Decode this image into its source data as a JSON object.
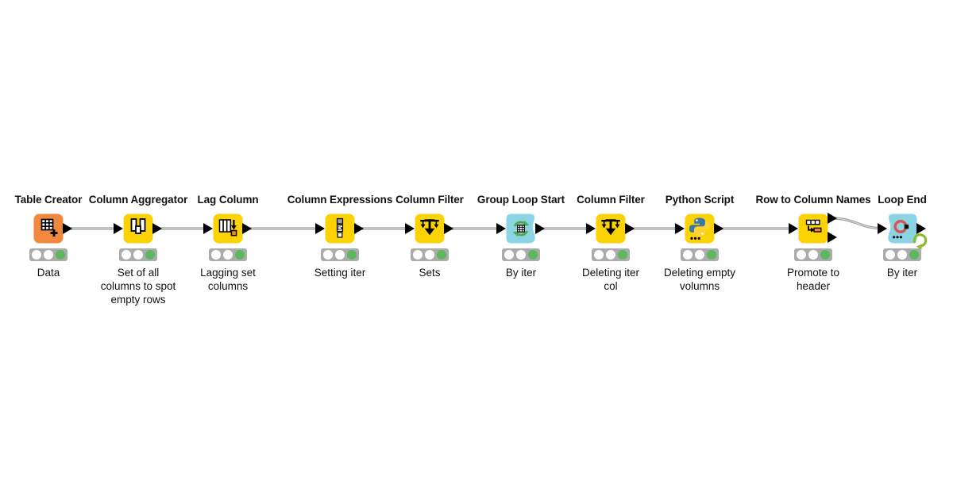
{
  "workflow_title": "KNIME workflow",
  "colors": {
    "background": "#ffffff",
    "wire": "#9A9A9A",
    "wire_core": "#D9D9D9",
    "port": "#000000",
    "status_bar": "#ABABAB",
    "status_off": "#FFFFFF",
    "status_green": "#5CB85C",
    "node_yellow": "#FBD304",
    "node_orange": "#F0883E",
    "node_cyan": "#8AD4E4",
    "python_blue": "#3B77A8",
    "python_yellow": "#FFD43B",
    "loop_ring_red": "#D9534F",
    "loop_arrow_green": "#8CB92E",
    "cycle_green": "#55A855",
    "title_color": "#111111"
  },
  "nodes": [
    {
      "title": "Table Creator",
      "description": "Data",
      "icon": "table-create-icon",
      "color": "#F0883E",
      "shape": "rounded",
      "ports": {
        "in": 0,
        "out": 1
      },
      "status": [
        "off",
        "off",
        "green"
      ]
    },
    {
      "title": "Column Aggregator",
      "description": "Set of all\ncolumns to spot\nempty rows",
      "icon": "column-aggregator-icon",
      "color": "#FBD304",
      "shape": "rounded",
      "ports": {
        "in": 1,
        "out": 1
      },
      "status": [
        "off",
        "off",
        "green"
      ]
    },
    {
      "title": "Lag Column",
      "description": "Lagging set\ncolumns",
      "icon": "lag-column-icon",
      "color": "#FBD304",
      "shape": "rounded",
      "ports": {
        "in": 1,
        "out": 1
      },
      "status": [
        "off",
        "off",
        "green"
      ]
    },
    {
      "title": "Column Expressions",
      "description": "Setting iter",
      "icon": "column-expressions-icon",
      "color": "#FBD304",
      "shape": "rounded",
      "ports": {
        "in": 1,
        "out": 1
      },
      "status": [
        "off",
        "off",
        "green"
      ]
    },
    {
      "title": "Column Filter",
      "description": "Sets",
      "icon": "column-filter-icon",
      "color": "#FBD304",
      "shape": "rounded",
      "ports": {
        "in": 1,
        "out": 1
      },
      "status": [
        "off",
        "off",
        "green"
      ]
    },
    {
      "title": "Group Loop Start",
      "description": "By iter",
      "icon": "group-loop-start-icon",
      "color": "#8AD4E4",
      "shape": "wavy-right",
      "ports": {
        "in": 1,
        "out": 1
      },
      "status": [
        "off",
        "off",
        "green"
      ]
    },
    {
      "title": "Column Filter",
      "description": "Deleting iter\ncol",
      "icon": "column-filter-icon",
      "color": "#FBD304",
      "shape": "rounded",
      "ports": {
        "in": 1,
        "out": 1
      },
      "status": [
        "off",
        "off",
        "green"
      ]
    },
    {
      "title": "Python Script",
      "description": "Deleting empty\nvolumns",
      "icon": "python-icon",
      "color": "#FBD304",
      "shape": "rounded",
      "ports": {
        "in": 1,
        "out": 1
      },
      "status": [
        "off",
        "off",
        "green"
      ]
    },
    {
      "title": "Row to Column Names",
      "description": "Promote to\nheader",
      "icon": "row-to-column-names-icon",
      "color": "#FBD304",
      "shape": "rounded",
      "ports": {
        "in": 1,
        "out": 2
      },
      "status": [
        "off",
        "off",
        "green"
      ]
    },
    {
      "title": "Loop End",
      "description": "By iter",
      "icon": "loop-end-icon",
      "color": "#8AD4E4",
      "shape": "wavy-left",
      "ports": {
        "in": 1,
        "out": 1
      },
      "status": [
        "off",
        "off",
        "green"
      ],
      "badge": "loop-refresh-icon"
    }
  ],
  "connections": [
    {
      "from": 0,
      "to": 1,
      "style": "straight"
    },
    {
      "from": 1,
      "to": 2,
      "style": "straight"
    },
    {
      "from": 2,
      "to": 3,
      "style": "straight"
    },
    {
      "from": 3,
      "to": 4,
      "style": "straight"
    },
    {
      "from": 4,
      "to": 5,
      "style": "straight"
    },
    {
      "from": 5,
      "to": 6,
      "style": "straight"
    },
    {
      "from": 6,
      "to": 7,
      "style": "straight"
    },
    {
      "from": 7,
      "to": 8,
      "style": "straight"
    },
    {
      "from": 8,
      "to": 9,
      "style": "curved",
      "from_port": 0
    }
  ]
}
